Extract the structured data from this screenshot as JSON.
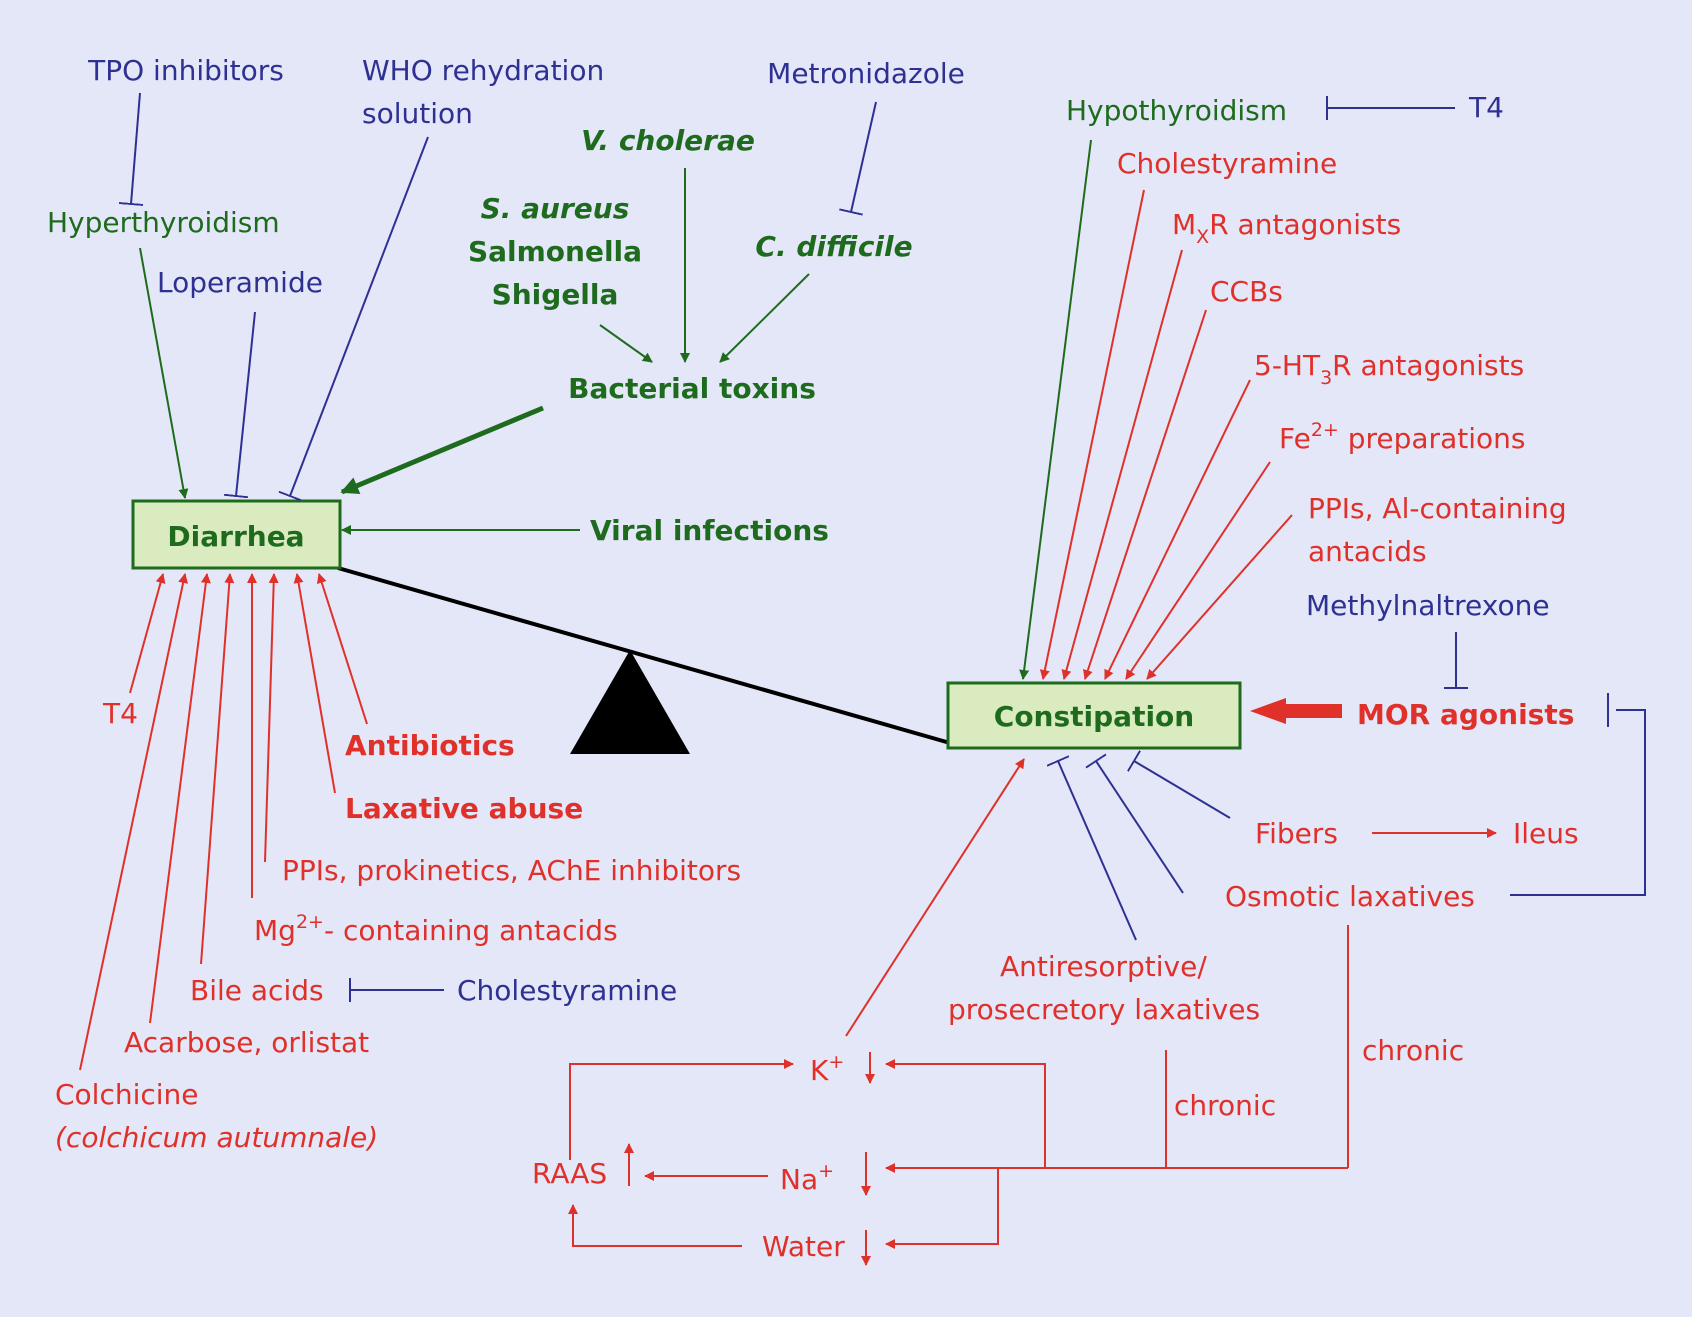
{
  "colors": {
    "background": "#e3e7f8",
    "blue": "#2e3192",
    "green": "#1e6b1e",
    "red": "#e0302a",
    "box_fill": "#d9ebbf",
    "beam": "#000000"
  },
  "icons": {
    "fulcrum": "black-triangle"
  },
  "boxes": {
    "diarrhea": "Diarrhea",
    "constipation": "Constipation"
  },
  "diarrhea": {
    "tpo_inhibitors": "TPO inhibitors",
    "who_line1": "WHO rehydration",
    "who_line2": "solution",
    "hyperthyroidism": "Hyperthyroidism",
    "loperamide": "Loperamide",
    "s_aureus": "S. aureus",
    "salmonella": "Salmonella",
    "shigella": "Shigella",
    "v_cholerae": "V. cholerae",
    "metronidazole": "Metronidazole",
    "c_difficile": "C. difficile",
    "bacterial_toxins": "Bacterial toxins",
    "viral_infections": "Viral infections",
    "t4": "T4",
    "antibiotics": "Antibiotics",
    "laxative_abuse": "Laxative abuse",
    "ppis": "PPIs, prokinetics, AChE inhibitors",
    "mg_base": "Mg",
    "mg_sup": "2+",
    "mg_rest": "- containing antacids",
    "bile_acids": "Bile acids",
    "cholestyramine": "Cholestyramine",
    "acarbose": "Acarbose, orlistat",
    "colchicine": "Colchicine",
    "colchicum": "(colchicum autumnale)"
  },
  "constipation": {
    "hypothyroidism": "Hypothyroidism",
    "t4": "T4",
    "cholestyramine": "Cholestyramine",
    "mxr_m": "M",
    "mxr_sub": "X",
    "mxr_rest": "R antagonists",
    "ccbs": "CCBs",
    "ht3_pre": "5-HT",
    "ht3_sub": "3",
    "ht3_rest": "R antagonists",
    "fe_base": "Fe",
    "fe_sup": "2+",
    "fe_rest": " preparations",
    "ppis_line1": "PPIs, Al-containing",
    "ppis_line2": "antacids",
    "methylnaltrexone": "Methylnaltrexone",
    "mor_agonists": "MOR agonists",
    "fibers": "Fibers",
    "ileus": "Ileus",
    "osmotic_laxatives": "Osmotic laxatives",
    "antiresorptive_line1": "Antiresorptive/",
    "antiresorptive_line2": "prosecretory laxatives",
    "chronic_1": "chronic",
    "chronic_2": "chronic",
    "k_base": "K",
    "k_sup": "+",
    "na_base": "Na",
    "na_sup": "+",
    "raas": "RAAS",
    "water": "Water"
  }
}
